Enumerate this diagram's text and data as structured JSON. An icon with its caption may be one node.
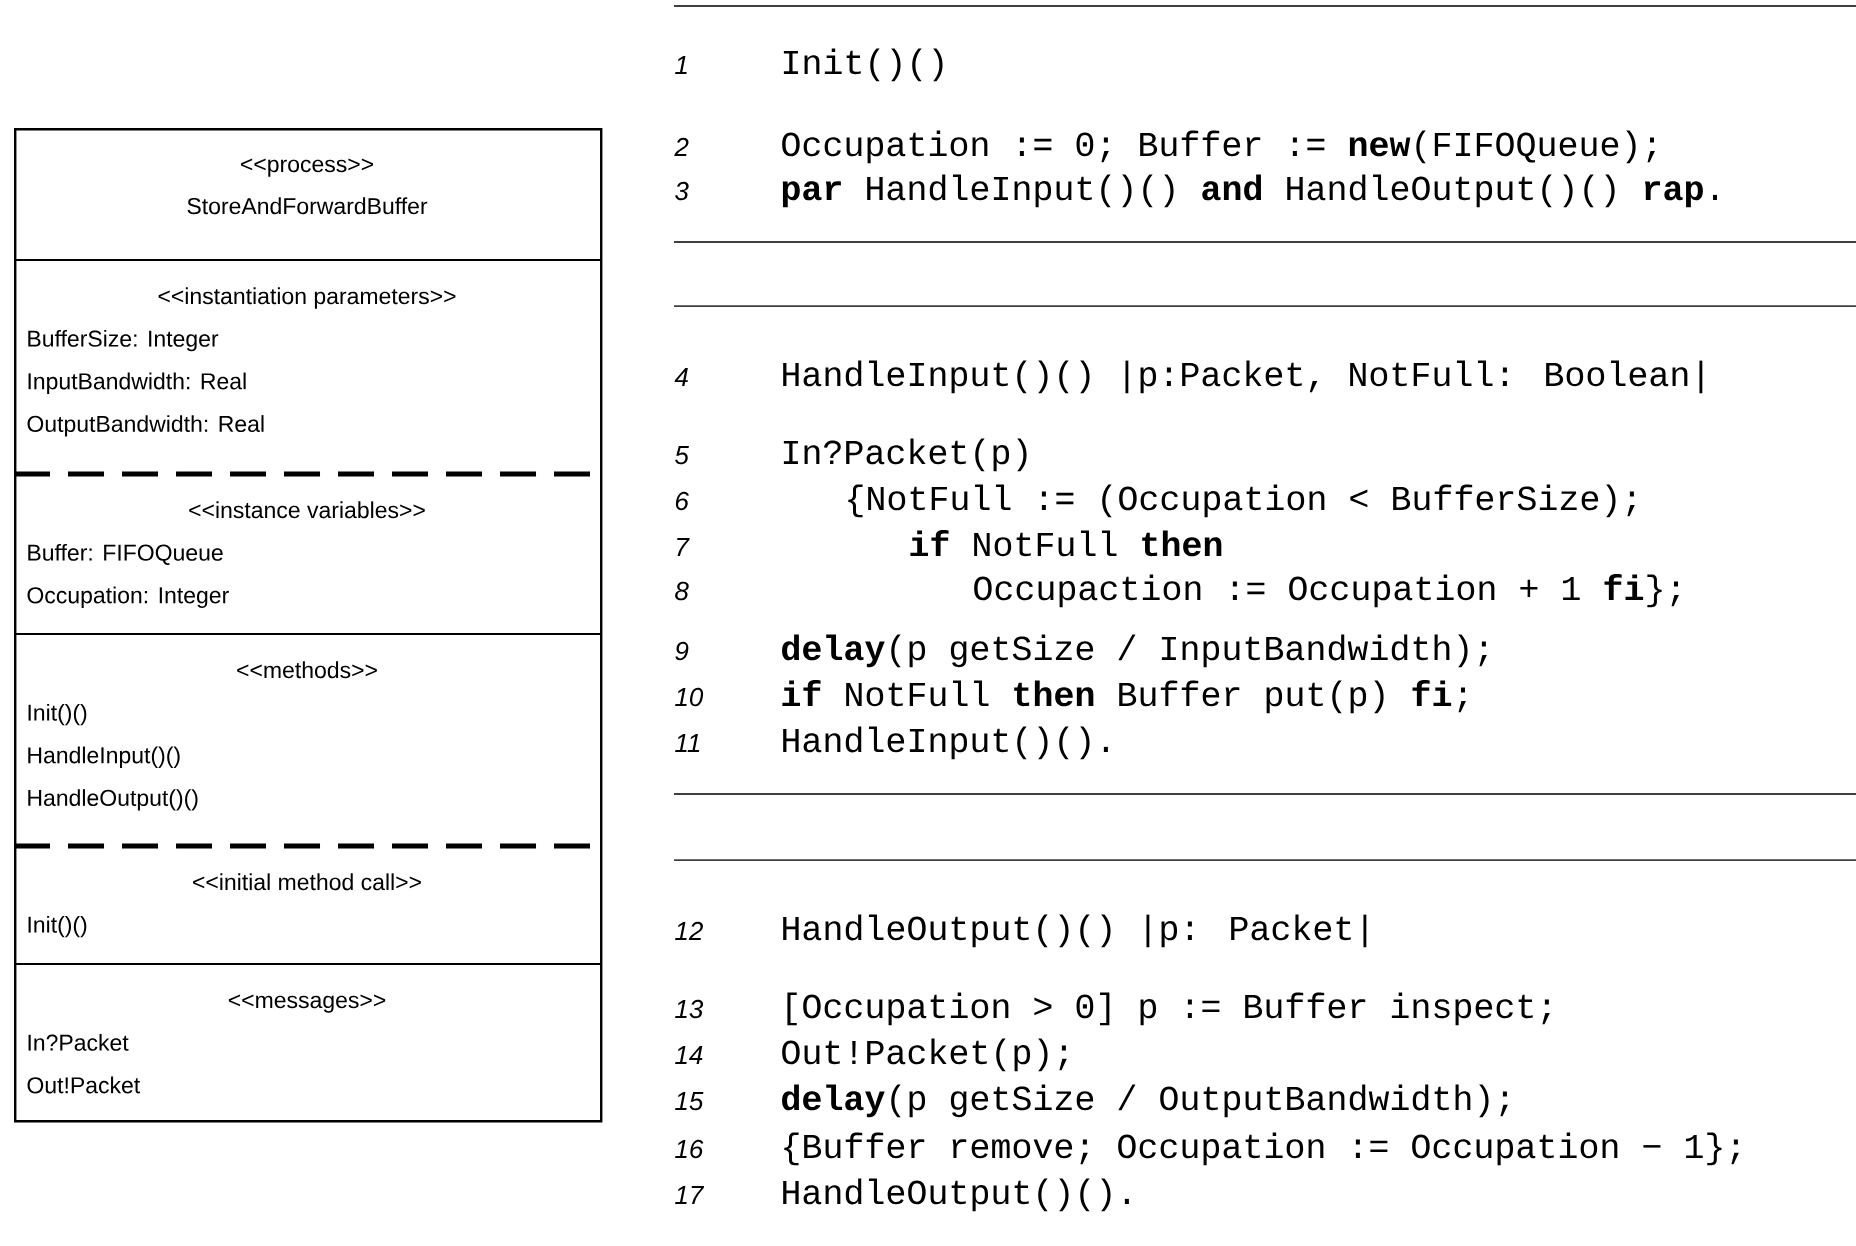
{
  "diagram": {
    "nodes": [
      {
        "text": [
          "<<process>>",
          "StoreAndForwardBuffer"
        ]
      },
      {
        "text": [
          "<<instantiation parameters>>",
          "BufferSize: Integer",
          "InputBandwidth: Real",
          "OutputBandwidth: Real"
        ],
        "in": 0
      },
      {
        "text": [
          "<<instance variables>>",
          "Buffer: FIFOQueue",
          "Occupation: Integer"
        ],
        "in": 0
      },
      {
        "text": [
          "<<methods>>",
          "Init()()",
          "HandleInput()()",
          "HandleOutput()()"
        ],
        "in": 0
      },
      {
        "text": [
          "<<initial method call>>",
          "Init()()"
        ],
        "in": 0
      },
      {
        "text": [
          "<<messages>>",
          "In?Packet",
          "Out!Packet"
        ],
        "in": 0
      }
    ],
    "labels": [
      "1",
      "Init()()",
      "2",
      "Occupation := 0; Buffer := **new**(FIFOQueue);",
      "3",
      "**par** HandleInput()() **and** HandleOutput()() **rap**.",
      "4",
      "HandleInput()() |p:Packet, NotFull: Boolean|",
      "5",
      "In?Packet(p)",
      "6",
      "{NotFull := (Occupation < BufferSize);",
      "7",
      "**if** NotFull **then**",
      "8",
      "Occupaction := Occupation + 1 **fi**};",
      "9",
      "**delay**(p getSize / InputBandwidth);",
      "10",
      "**if** NotFull **then** Buffer put(p) **fi**;",
      "11",
      "HandleInput()().",
      "12",
      "HandleOutput()() |p: Packet|",
      "13",
      "[Occupation > 0] p := Buffer inspect;",
      "14",
      "Out!Packet(p);",
      "15",
      "**delay**(p getSize / OutputBandwidth);",
      "16",
      "{Buffer remove; Occupation := Occupation − 1};",
      "17",
      "HandleOutput()()."
    ]
  }
}
